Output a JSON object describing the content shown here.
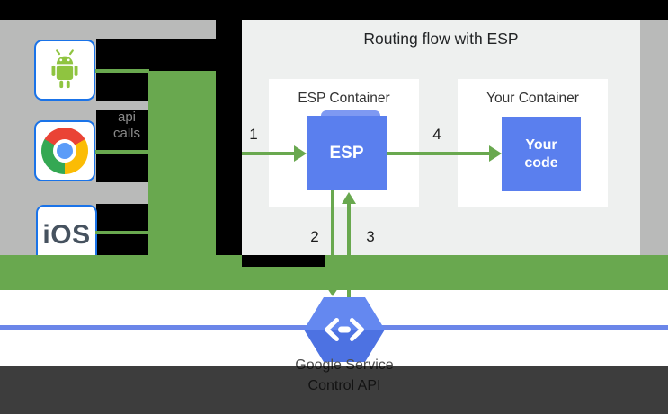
{
  "title": "Routing flow with ESP",
  "clients": {
    "android": {
      "name": "Android client"
    },
    "chrome": {
      "name": "Chrome browser client"
    },
    "ios": {
      "label": "iOS"
    }
  },
  "api_calls": {
    "line1": "api",
    "line2": "calls"
  },
  "esp_container": {
    "title": "ESP Container",
    "node_label": "ESP"
  },
  "your_container": {
    "title": "Your Container",
    "node_line1": "Your",
    "node_line2": "code"
  },
  "steps": {
    "s1": "1",
    "s2": "2",
    "s3": "3",
    "s4": "4"
  },
  "service": {
    "line1": "Google Service",
    "line2": "Control API"
  },
  "colors": {
    "arrow_green": "#69a84f",
    "node_blue": "#5a7fee",
    "network_line_blue": "#6b86e9",
    "hexagon_blue": "#5379e9",
    "background_gray": "#b9bab9",
    "panel_gray": "#eef0ef",
    "client_border_blue": "#1a73e8",
    "android_green": "#8fc440"
  }
}
